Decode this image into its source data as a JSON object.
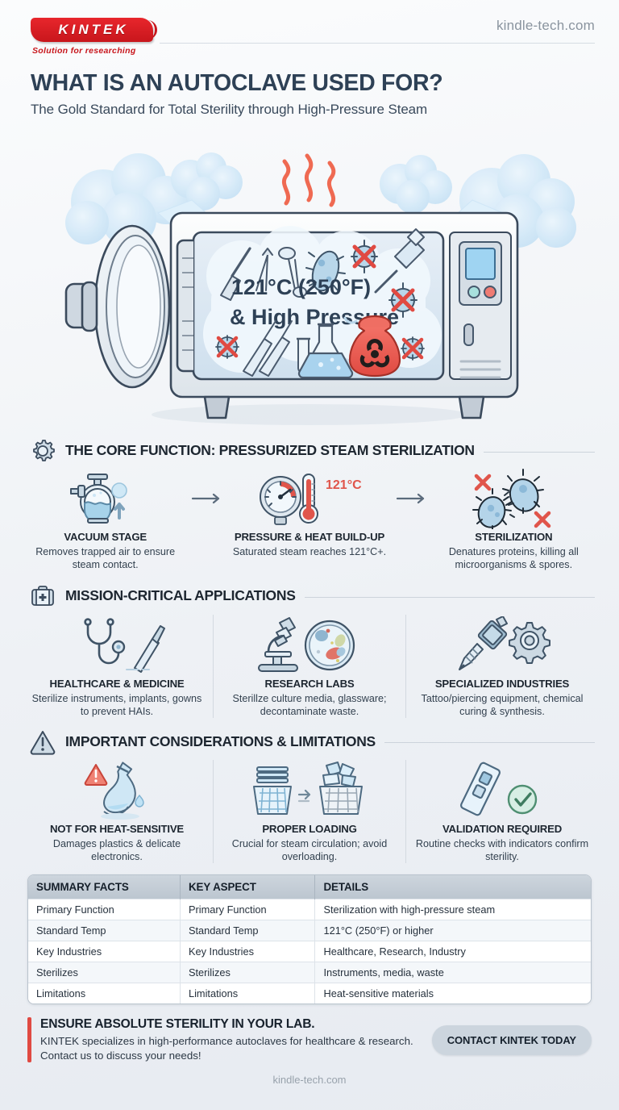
{
  "brand": {
    "logo_text": "KINTEK",
    "logo_tagline": "Solution for researching",
    "site_url": "kindle-tech.com",
    "footer_url": "kindle-tech.com",
    "accent_red": "#c8161c",
    "accent_navy": "#2e4156",
    "accent_coral": "#e04a42"
  },
  "titles": {
    "main": "WHAT IS AN AUTOCLAVE USED FOR?",
    "sub": "The Gold Standard for Total Sterility through High-Pressure Steam"
  },
  "hero": {
    "overlay_line1": "121°C (250°F)",
    "overlay_line2": "& High Pressure",
    "alt": "Open autoclave chamber filled with steam containing surgical instruments, syringe, flask, test tube and biohazard bag, with microbes crossed out"
  },
  "sections": [
    {
      "id": "core-function",
      "icon": "gear-icon",
      "title": "THE CORE FUNCTION: PRESSURIZED STEAM STERILIZATION",
      "layout": "flow",
      "items": [
        {
          "icon": "vacuum-pump-icon",
          "title": "VACUUM STAGE",
          "desc": "Removes trapped air to ensure steam contact."
        },
        {
          "icon": "pressure-gauge-thermometer-icon",
          "badge": "121°C",
          "title": "PRESSURE & HEAT BUILD-UP",
          "desc": "Saturated steam reaches 121°C+."
        },
        {
          "icon": "microbes-killed-icon",
          "title": "STERILIZATION",
          "desc": "Denatures proteins, killing all microorganisms & spores."
        }
      ]
    },
    {
      "id": "applications",
      "icon": "medical-kit-icon",
      "title": "MISSION-CRITICAL APPLICATIONS",
      "layout": "columns",
      "items": [
        {
          "icon": "stethoscope-scalpel-icon",
          "title": "HEALTHCARE & MEDICINE",
          "desc": "Sterilize instruments, implants, gowns to prevent HAIs."
        },
        {
          "icon": "microscope-petridish-icon",
          "title": "RESEARCH LABS",
          "desc": "Sterillze culture media, glassware; decontaminate waste."
        },
        {
          "icon": "tattoo-machine-gear-icon",
          "title": "SPECIALIZED INDUSTRIES",
          "desc": "Tattoo/piercing equipment, chemical curing & synthesis."
        }
      ]
    },
    {
      "id": "considerations",
      "icon": "warning-triangle-icon",
      "title": "IMPORTANT CONSIDERATIONS & LIMITATIONS",
      "layout": "columns",
      "items": [
        {
          "icon": "melting-plastic-bottle-icon",
          "title": "NOT FOR HEAT-SENSITIVE",
          "desc": "Damages plastics & delicate electronics."
        },
        {
          "icon": "loading-baskets-icon",
          "title": "PROPER LOADING",
          "desc": "Crucial for steam circulation; avoid overloading."
        },
        {
          "icon": "indicator-strip-check-icon",
          "title": "VALIDATION REQUIRED",
          "desc": "Routine checks with indicators confirm sterility."
        }
      ]
    }
  ],
  "table": {
    "headers": [
      "SUMMARY FACTS",
      "KEY ASPECT",
      "DETAILS"
    ],
    "rows": [
      [
        "Primary Function",
        "Primary Function",
        "Sterilization with high-pressure steam"
      ],
      [
        "Standard Temp",
        "Standard Temp",
        "121°C (250°F) or higher"
      ],
      [
        "Key Industries",
        "Key Industries",
        "Healthcare, Research, Industry"
      ],
      [
        "Sterilizes",
        "Sterilizes",
        "Instruments, media, waste"
      ],
      [
        "Limitations",
        "Limitations",
        "Heat-sensitive materials"
      ]
    ]
  },
  "cta": {
    "title": "ENSURE ABSOLUTE STERILITY IN YOUR LAB.",
    "body": "KINTEK specializes in high-performance autoclaves for healthcare & research. Contact us to discuss your needs!",
    "button": "CONTACT KINTEK TODAY"
  }
}
